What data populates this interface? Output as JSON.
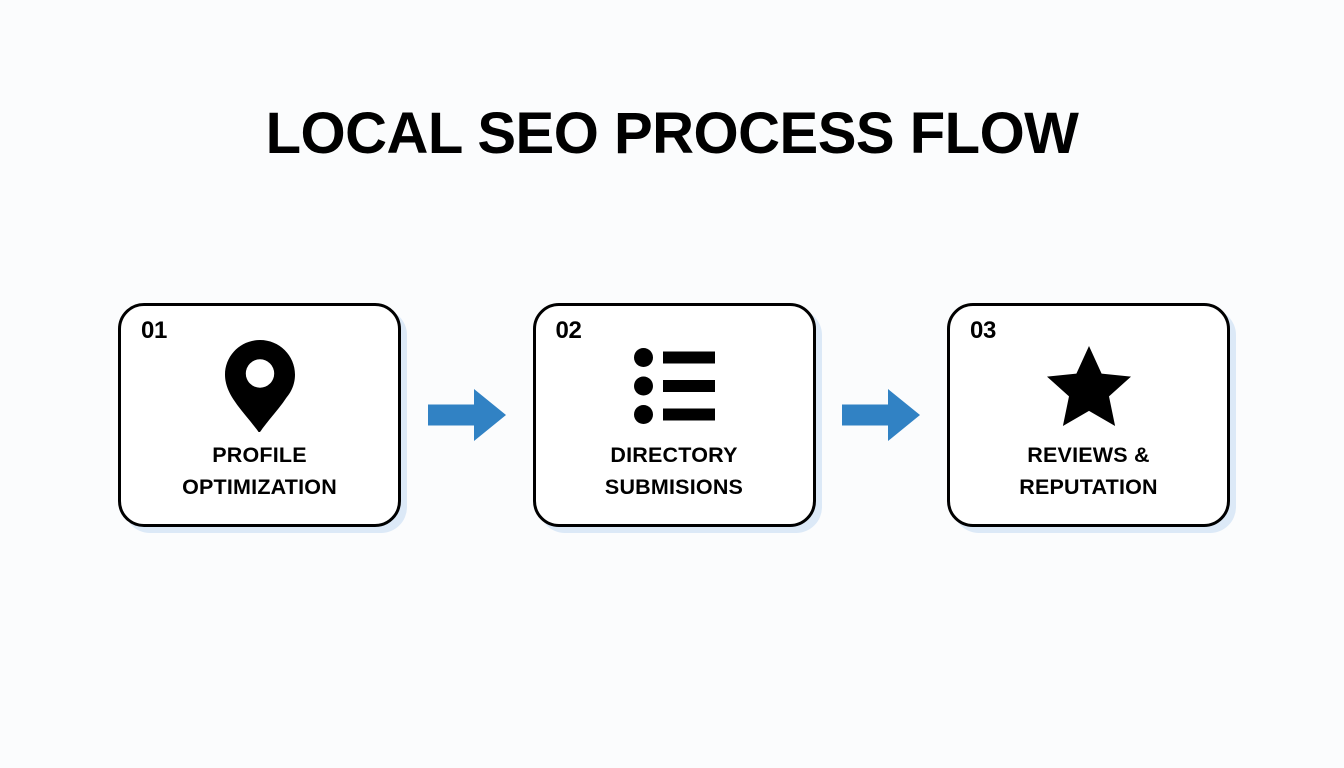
{
  "page": {
    "title": "LOCAL SEO PROCESS FLOW",
    "background_color": "#FBFCFD",
    "accent_color": "#3182C4",
    "ink_color": "#000000",
    "card_shadow_color": "#DCE9F7"
  },
  "steps": [
    {
      "number": "01",
      "icon": "location-pin-icon",
      "label": "PROFILE\nOPTIMIZATION"
    },
    {
      "number": "02",
      "icon": "bulleted-list-icon",
      "label": "DIRECTORY\nSUBMISIONS"
    },
    {
      "number": "03",
      "icon": "star-icon",
      "label": "REVIEWS &\nREPUTATION"
    }
  ],
  "connectors": [
    {
      "icon": "arrow-right-icon",
      "color": "#3182C4"
    },
    {
      "icon": "arrow-right-icon",
      "color": "#3182C4"
    }
  ]
}
